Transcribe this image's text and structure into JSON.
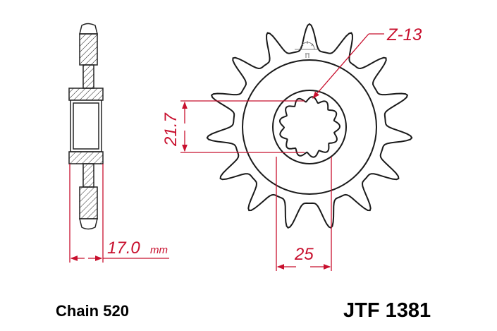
{
  "dimensions": {
    "thickness": "17.0",
    "thickness_unit": "mm",
    "spline_diameter": "21.7",
    "bore_diameter": "25",
    "teeth": "Z-13"
  },
  "sprocket": {
    "tooth_count": 15,
    "spline_count": 13
  },
  "footer": {
    "chain": "Chain 520",
    "part_number": "JTF 1381"
  },
  "colors": {
    "dimension": "#c8102e",
    "outline": "#1a1a1a"
  }
}
